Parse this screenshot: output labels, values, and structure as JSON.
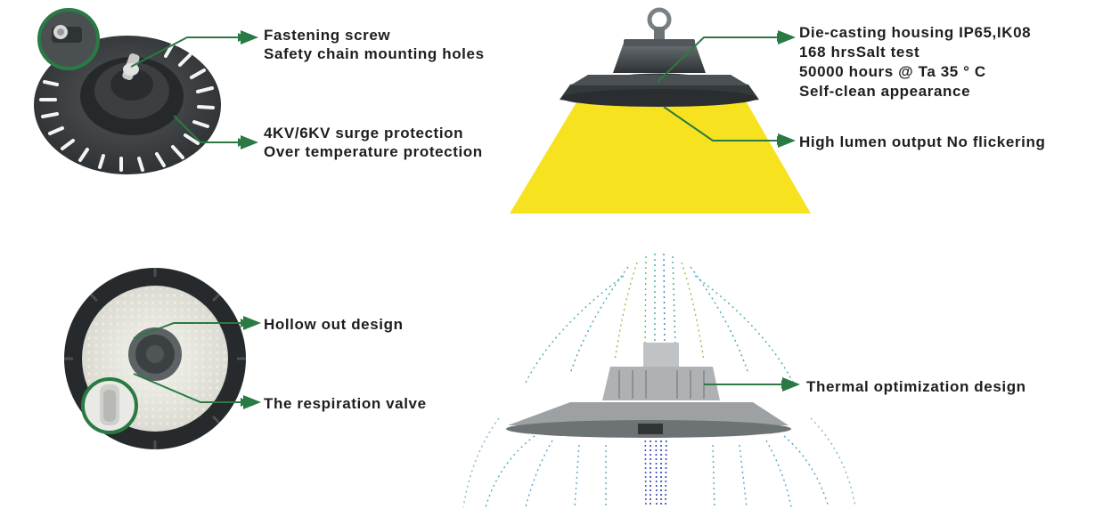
{
  "colors": {
    "arrow": "#2a7a44",
    "light_beam": "#f7e21f",
    "housing": "#3c4143",
    "heading": "#1f5d64"
  },
  "callouts": {
    "fastening": [
      "Fastening screw",
      "Safety chain mounting holes"
    ],
    "surge": [
      "4KV/6KV surge protection",
      "Over temperature protection"
    ],
    "housing": [
      "Die-casting housing IP65,IK08",
      "168 hrsSalt test",
      "50000 hours @ Ta 35 ° C",
      "Self-clean appearance"
    ],
    "lumen": "High lumen output No flickering",
    "hollow": "Hollow out design",
    "respiration": "The respiration valve",
    "thermal": "Thermal optimization design"
  },
  "icons": [
    "arrow-icon",
    "screw-zoom-icon",
    "valve-zoom-icon"
  ]
}
